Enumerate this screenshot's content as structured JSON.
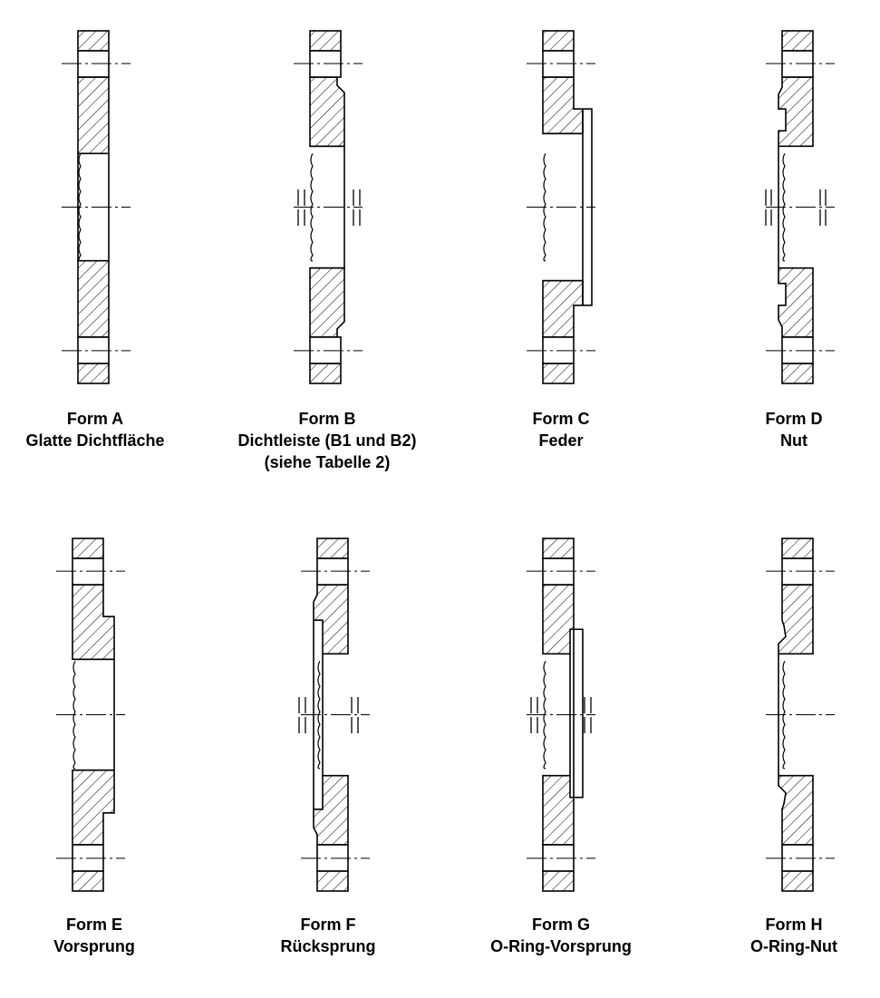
{
  "colors": {
    "line": "#000000",
    "background": "#ffffff",
    "hatch": "#000000"
  },
  "forms": [
    {
      "id": "A",
      "title": "Form A",
      "subtitle": "Glatte Dichtfläche",
      "note": ""
    },
    {
      "id": "B",
      "title": "Form B",
      "subtitle": "Dichtleiste (B1 und B2)",
      "note": "(siehe Tabelle 2)"
    },
    {
      "id": "C",
      "title": "Form C",
      "subtitle": "Feder",
      "note": ""
    },
    {
      "id": "D",
      "title": "Form D",
      "subtitle": "Nut",
      "note": ""
    },
    {
      "id": "E",
      "title": "Form E",
      "subtitle": "Vorsprung",
      "note": ""
    },
    {
      "id": "F",
      "title": "Form F",
      "subtitle": "Rücksprung",
      "note": ""
    },
    {
      "id": "G",
      "title": "Form G",
      "subtitle": "O-Ring-Vorsprung",
      "note": ""
    },
    {
      "id": "H",
      "title": "Form H",
      "subtitle": "O-Ring-Nut",
      "note": ""
    }
  ]
}
